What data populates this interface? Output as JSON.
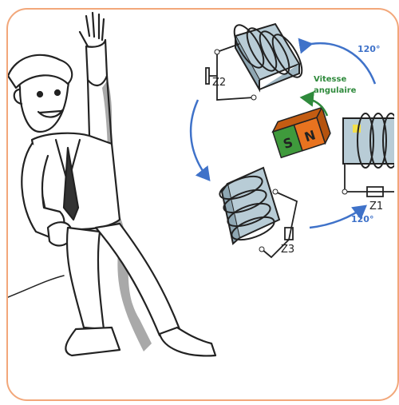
{
  "labels": {
    "angle_top": "120°",
    "angle_bottom": "120°",
    "z1": "Z1",
    "z2": "Z2",
    "z3": "Z3",
    "speed_line1": "Vitesse",
    "speed_line2": "angulaire",
    "pole_s": "S",
    "pole_n": "N"
  },
  "colors": {
    "border": "#f2a77a",
    "arrow_blue": "#3f72c9",
    "arrow_green": "#2f8a3c",
    "coil_fill": "#b8ccd6",
    "magnet_green": "#3f9a3c",
    "magnet_orange": "#e8731f",
    "marker_yellow": "#f4e04a"
  }
}
